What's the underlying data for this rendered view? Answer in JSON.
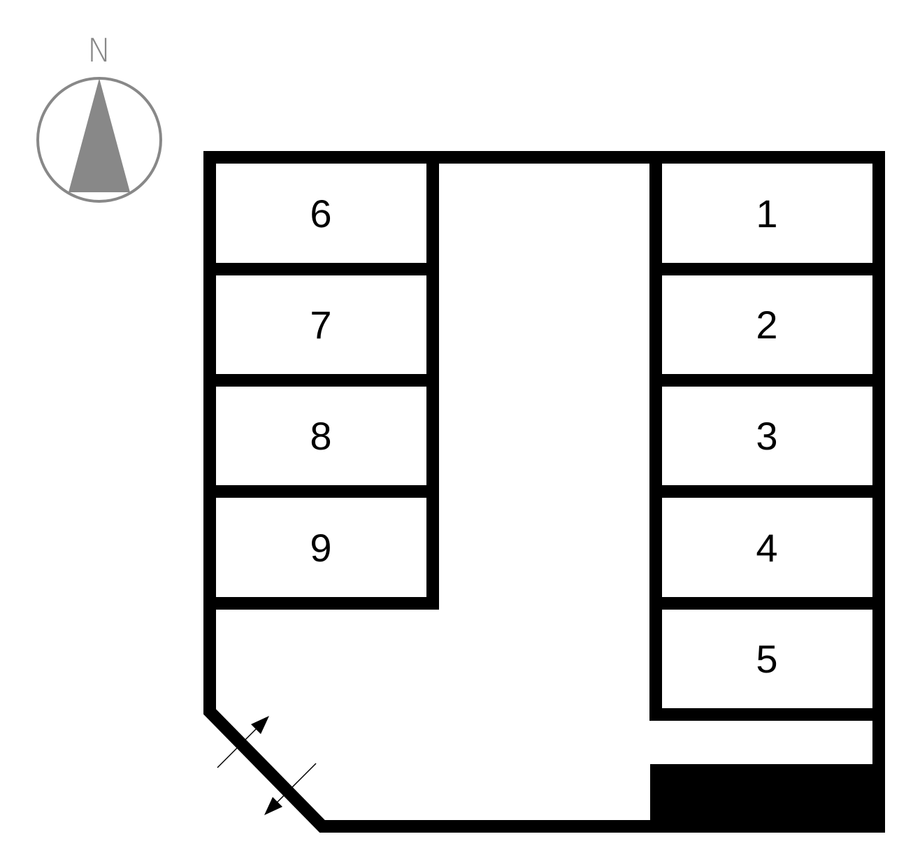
{
  "compass": {
    "label": "N",
    "color": "#888888"
  },
  "lot": {
    "stroke_color": "#000000",
    "fill_color": "#ffffff",
    "reserved_area_color": "#000000"
  },
  "stalls": {
    "right": [
      "1",
      "2",
      "3",
      "4",
      "5"
    ],
    "left": [
      "6",
      "7",
      "8",
      "9"
    ]
  },
  "entrance": {
    "arrow_icon": "double-arrow-icon",
    "directions": [
      "in",
      "out"
    ]
  }
}
